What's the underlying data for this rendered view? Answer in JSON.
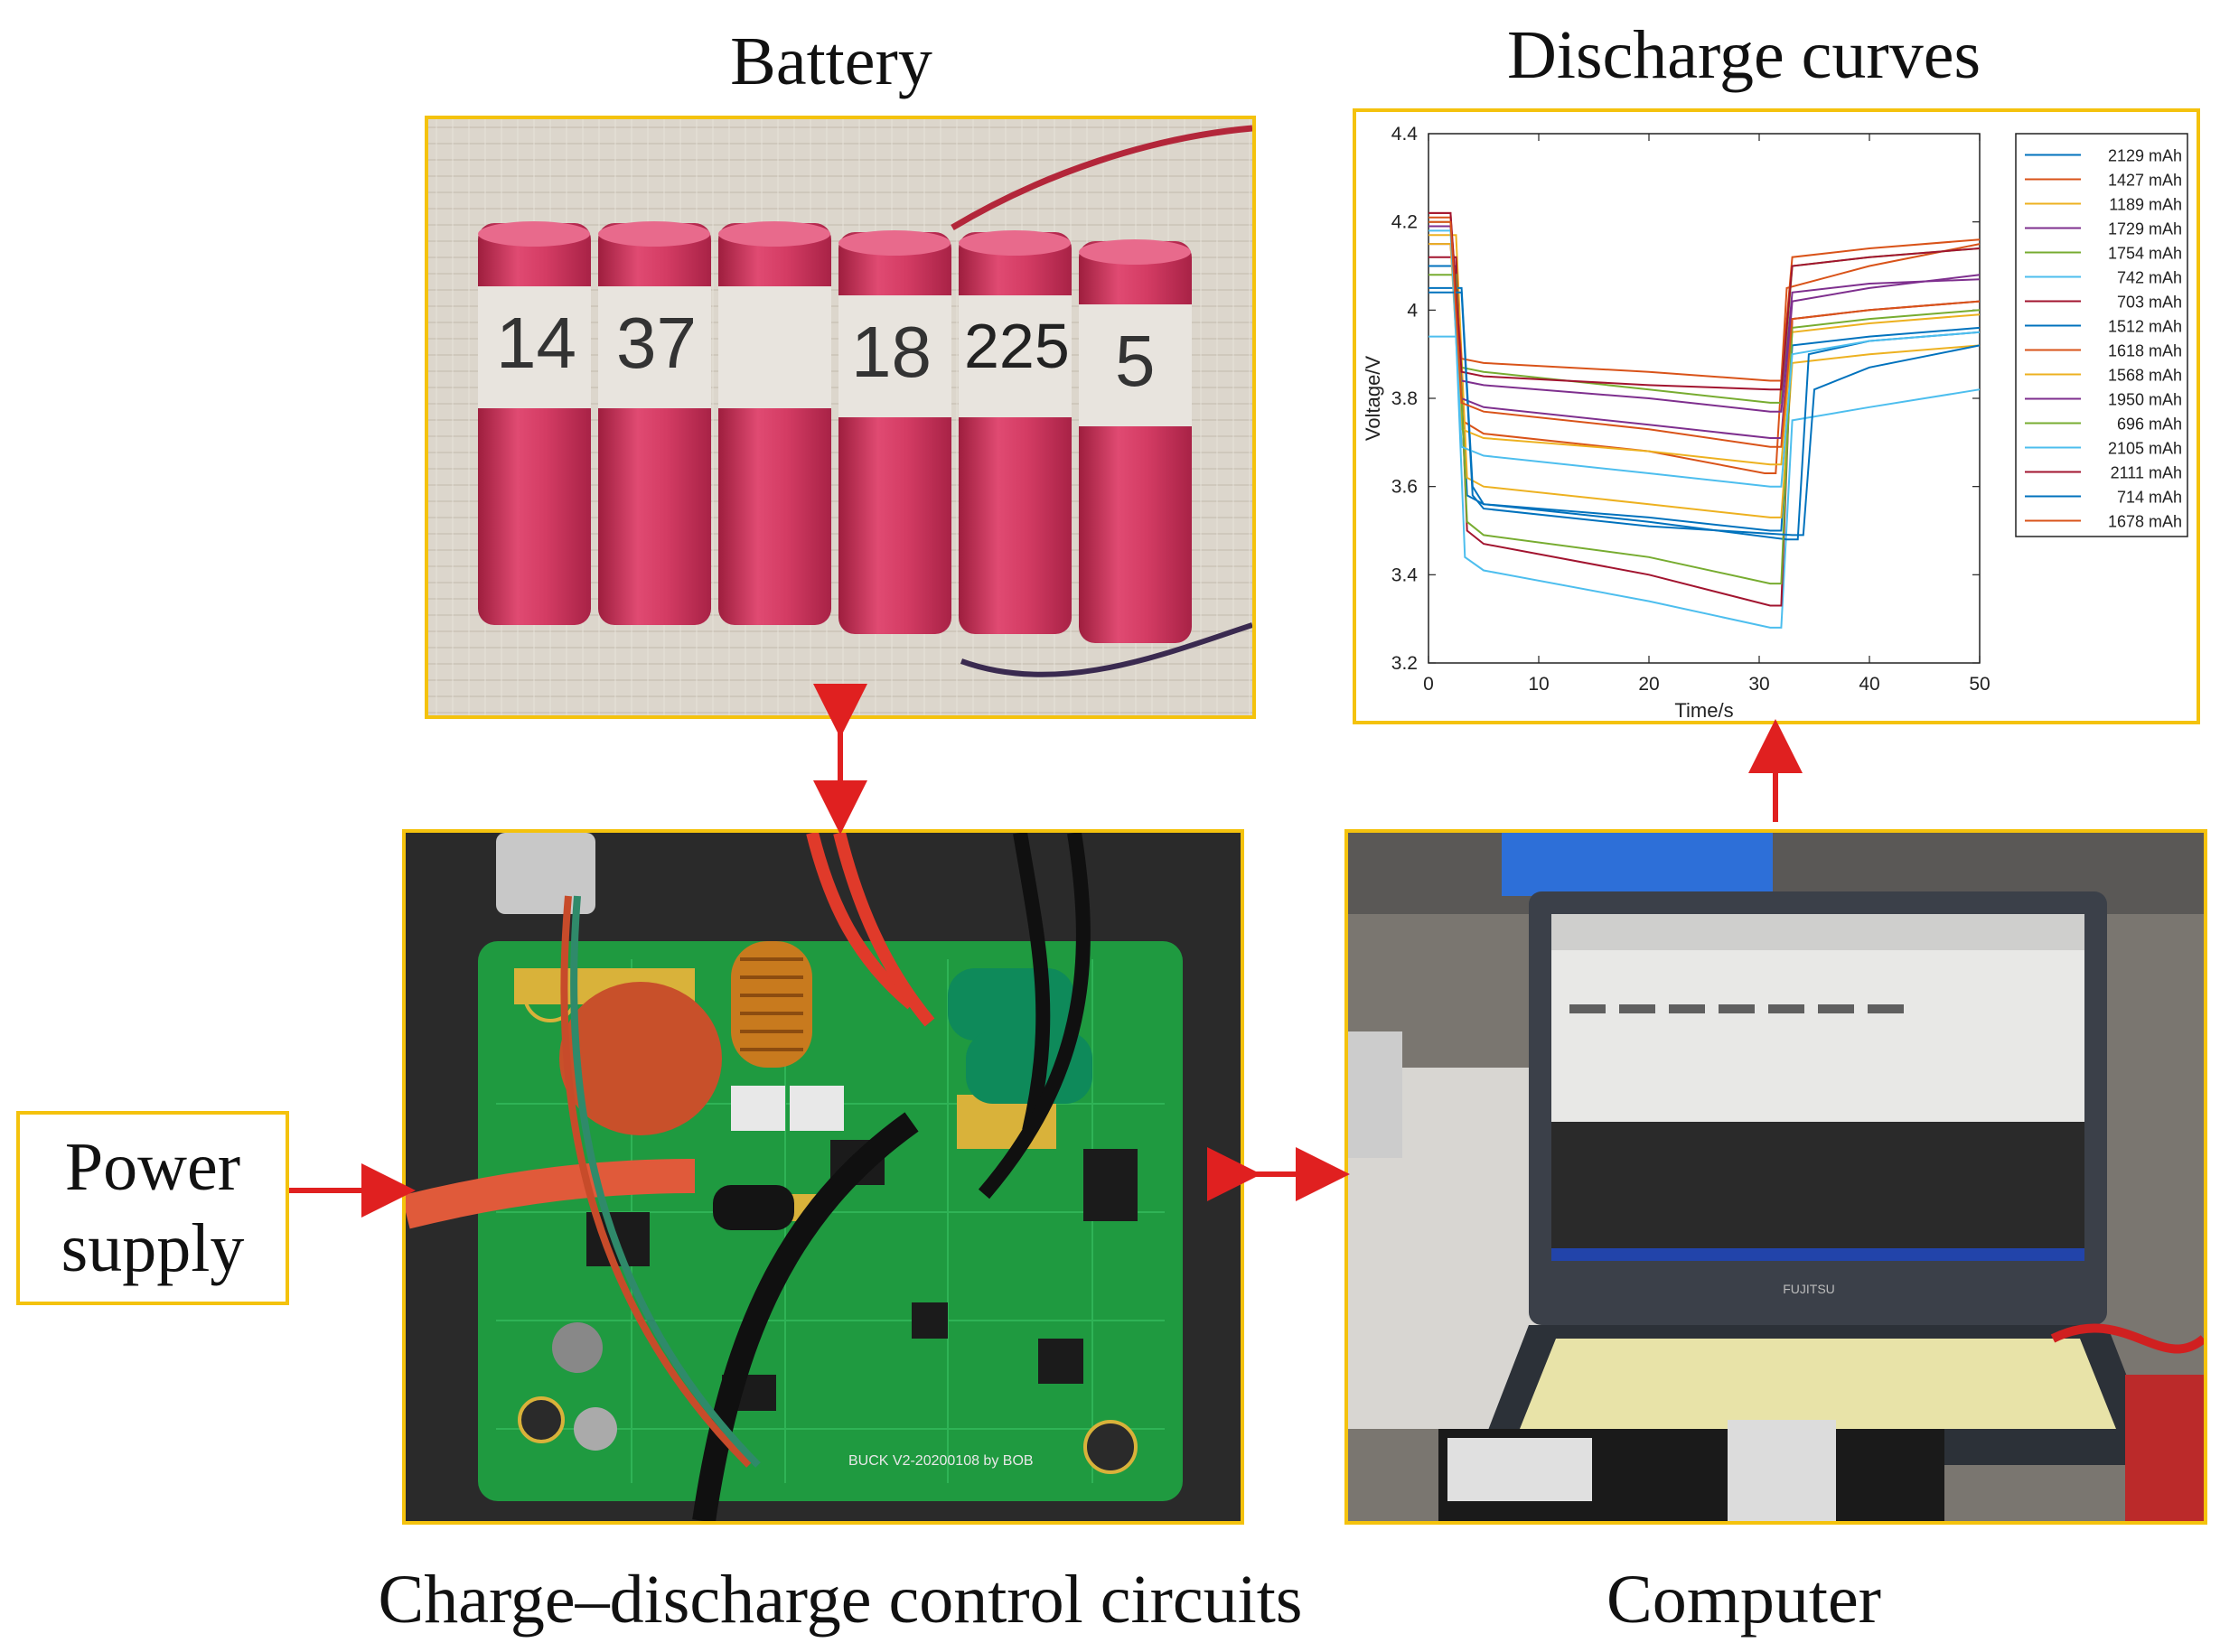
{
  "labels": {
    "battery": "Battery",
    "discharge_curves": "Discharge curves",
    "power_supply_line1": "Power",
    "power_supply_line2": "supply",
    "control_circuits": "Charge–discharge control circuits",
    "computer": "Computer"
  },
  "photo_text": {
    "battery_marks": [
      "14",
      "37",
      "",
      "18",
      "225",
      "5"
    ],
    "board_silkscreen": "BUCK V2-20200108 by BOB",
    "laptop_brand": "FUJITSU"
  },
  "colors": {
    "panel_border": "#f4c20d",
    "arrow": "#e02020",
    "battery_cell": "#d43c64",
    "pcb": "#1f9a40"
  },
  "chart_data": {
    "type": "line",
    "title": "",
    "xlabel": "Time/s",
    "ylabel": "Voltage/V",
    "xlim": [
      0,
      50
    ],
    "ylim": [
      3.2,
      4.4
    ],
    "xticks": [
      0,
      10,
      20,
      30,
      40,
      50
    ],
    "yticks": [
      3.2,
      3.4,
      3.6,
      3.8,
      4.0,
      4.2
    ],
    "xtick_labels": [
      "0",
      "10",
      "20",
      "30",
      "40",
      "50"
    ],
    "ytick_labels": [
      "3.2",
      "3.4",
      "3.6",
      "3.8",
      "4",
      "4.2"
    ],
    "grid": false,
    "legend_position": "right",
    "series": [
      {
        "name": "2129 mAh",
        "color": "#0072bd",
        "x": [
          0,
          2.5,
          3.5,
          5,
          20,
          31,
          32,
          33,
          40,
          50
        ],
        "y": [
          4.1,
          4.1,
          3.58,
          3.56,
          3.53,
          3.5,
          3.5,
          3.92,
          3.94,
          3.96
        ]
      },
      {
        "name": "1427 mAh",
        "color": "#d95319",
        "x": [
          0,
          2,
          3,
          5,
          20,
          30.5,
          31.5,
          32.5,
          40,
          50
        ],
        "y": [
          4.22,
          4.22,
          3.75,
          3.72,
          3.68,
          3.63,
          3.63,
          4.05,
          4.1,
          4.15
        ]
      },
      {
        "name": "1189 mAh",
        "color": "#edb120",
        "x": [
          0,
          2.5,
          3.5,
          5,
          20,
          31,
          32,
          33,
          40,
          50
        ],
        "y": [
          4.17,
          4.17,
          3.62,
          3.6,
          3.56,
          3.53,
          3.53,
          3.88,
          3.9,
          3.92
        ]
      },
      {
        "name": "1729 mAh",
        "color": "#7e2f8e",
        "x": [
          0,
          2,
          3,
          5,
          20,
          31,
          32,
          33,
          40,
          50
        ],
        "y": [
          4.15,
          4.15,
          3.8,
          3.78,
          3.74,
          3.71,
          3.71,
          4.02,
          4.05,
          4.08
        ]
      },
      {
        "name": "1754 mAh",
        "color": "#77ac30",
        "x": [
          0,
          2,
          3,
          5,
          20,
          31,
          32,
          33,
          40,
          50
        ],
        "y": [
          4.2,
          4.2,
          3.87,
          3.86,
          3.82,
          3.79,
          3.79,
          4.1,
          4.12,
          4.14
        ]
      },
      {
        "name": "742 mAh",
        "color": "#4dbeee",
        "x": [
          0,
          2.5,
          3.3,
          5,
          20,
          31,
          32,
          33,
          40,
          50
        ],
        "y": [
          3.94,
          3.94,
          3.44,
          3.41,
          3.34,
          3.28,
          3.28,
          3.75,
          3.78,
          3.82
        ]
      },
      {
        "name": "703 mAh",
        "color": "#a2142f",
        "x": [
          0,
          2.5,
          3.5,
          5,
          20,
          31,
          32,
          33,
          40,
          50
        ],
        "y": [
          4.12,
          4.12,
          3.5,
          3.47,
          3.4,
          3.33,
          3.33,
          3.98,
          4.0,
          4.02
        ]
      },
      {
        "name": "1512 mAh",
        "color": "#0072bd",
        "x": [
          0,
          3,
          4,
          5,
          20,
          32.5,
          33.5,
          34.5,
          40,
          50
        ],
        "y": [
          4.05,
          4.05,
          3.6,
          3.56,
          3.52,
          3.48,
          3.48,
          3.9,
          3.93,
          3.95
        ]
      },
      {
        "name": "1618 mAh",
        "color": "#d95319",
        "x": [
          0,
          2,
          3,
          5,
          20,
          31,
          32,
          33,
          40,
          50
        ],
        "y": [
          4.21,
          4.21,
          3.89,
          3.88,
          3.86,
          3.84,
          3.84,
          4.12,
          4.14,
          4.16
        ]
      },
      {
        "name": "1568 mAh",
        "color": "#edb120",
        "x": [
          0,
          2,
          3,
          5,
          20,
          31,
          32,
          33,
          40,
          50
        ],
        "y": [
          4.15,
          4.15,
          3.73,
          3.71,
          3.68,
          3.65,
          3.65,
          3.95,
          3.97,
          3.99
        ]
      },
      {
        "name": "1950 mAh",
        "color": "#7e2f8e",
        "x": [
          0,
          2,
          3,
          5,
          20,
          31,
          32,
          33,
          40,
          50
        ],
        "y": [
          4.19,
          4.19,
          3.84,
          3.83,
          3.8,
          3.77,
          3.77,
          4.04,
          4.06,
          4.07
        ]
      },
      {
        "name": "696 mAh",
        "color": "#77ac30",
        "x": [
          0,
          2.5,
          3.5,
          5,
          20,
          31,
          32,
          33,
          40,
          50
        ],
        "y": [
          4.08,
          4.08,
          3.52,
          3.49,
          3.44,
          3.38,
          3.38,
          3.96,
          3.98,
          4.0
        ]
      },
      {
        "name": "2105 mAh",
        "color": "#4dbeee",
        "x": [
          0,
          2,
          3,
          5,
          20,
          31,
          32,
          33,
          40,
          50
        ],
        "y": [
          4.18,
          4.18,
          3.69,
          3.67,
          3.63,
          3.6,
          3.6,
          3.9,
          3.93,
          3.95
        ]
      },
      {
        "name": "2111 mAh",
        "color": "#a2142f",
        "x": [
          0,
          2,
          3,
          5,
          20,
          31,
          32,
          33,
          40,
          50
        ],
        "y": [
          4.22,
          4.22,
          3.86,
          3.85,
          3.83,
          3.82,
          3.82,
          4.1,
          4.12,
          4.14
        ]
      },
      {
        "name": "714 mAh",
        "color": "#0072bd",
        "x": [
          0,
          3,
          4,
          5,
          20,
          33,
          34,
          35,
          40,
          50
        ],
        "y": [
          4.04,
          4.04,
          3.58,
          3.55,
          3.51,
          3.49,
          3.49,
          3.82,
          3.87,
          3.92
        ]
      },
      {
        "name": "1678 mAh",
        "color": "#d95319",
        "x": [
          0,
          2,
          3,
          5,
          20,
          31,
          32,
          33,
          40,
          50
        ],
        "y": [
          4.2,
          4.2,
          3.79,
          3.77,
          3.73,
          3.69,
          3.69,
          3.98,
          4.0,
          4.02
        ]
      }
    ]
  }
}
